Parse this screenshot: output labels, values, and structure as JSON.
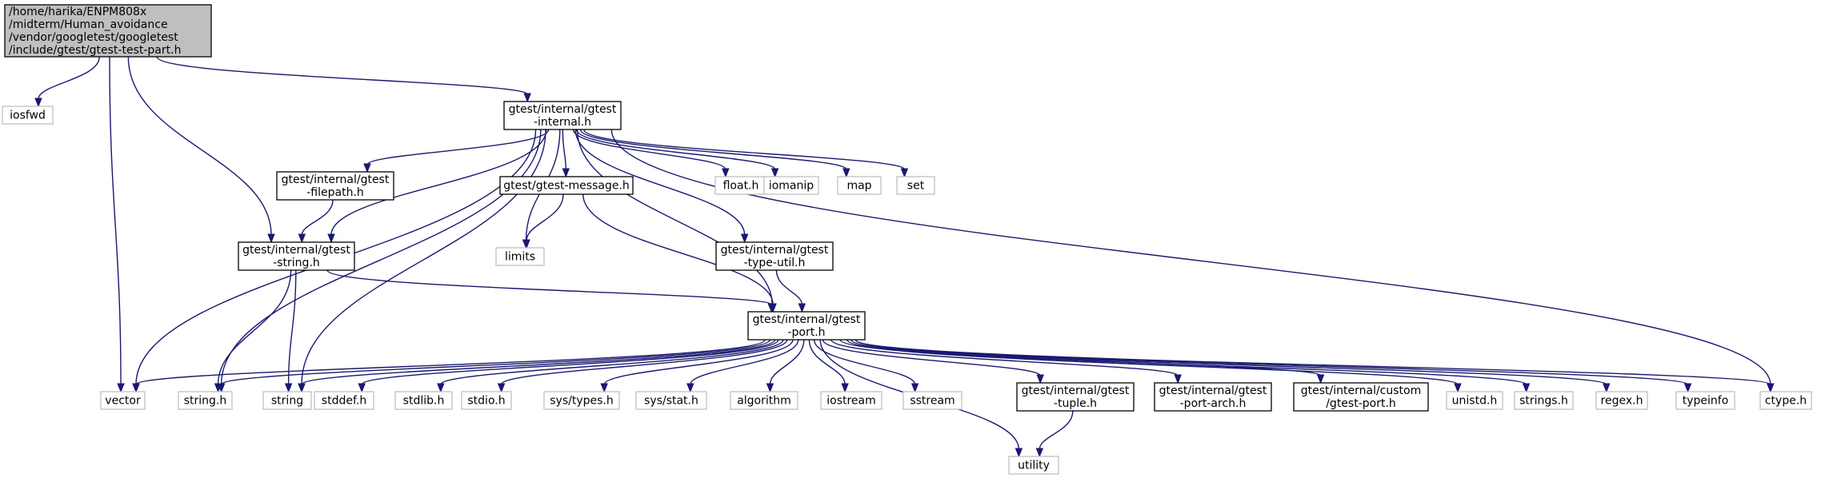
{
  "diagram": {
    "type": "include-dependency-graph",
    "nodes": [
      {
        "id": "root",
        "lines": [
          "/home/harika/ENPM808x",
          "/midterm/Human_avoidance",
          "/vendor/googletest/googletest",
          "/include/gtest/gtest-test-part.h"
        ],
        "style": "root"
      },
      {
        "id": "iosfwd",
        "lines": [
          "iosfwd"
        ],
        "style": "system"
      },
      {
        "id": "internal",
        "lines": [
          "gtest/internal/gtest",
          "-internal.h"
        ],
        "style": "project"
      },
      {
        "id": "vector",
        "lines": [
          "vector"
        ],
        "style": "system"
      },
      {
        "id": "gstring",
        "lines": [
          "gtest/internal/gtest",
          "-string.h"
        ],
        "style": "project"
      },
      {
        "id": "filepath",
        "lines": [
          "gtest/internal/gtest",
          "-filepath.h"
        ],
        "style": "project"
      },
      {
        "id": "message",
        "lines": [
          "gtest/gtest-message.h"
        ],
        "style": "project"
      },
      {
        "id": "limits",
        "lines": [
          "limits"
        ],
        "style": "system"
      },
      {
        "id": "floath",
        "lines": [
          "float.h"
        ],
        "style": "system"
      },
      {
        "id": "iomanip",
        "lines": [
          "iomanip"
        ],
        "style": "system"
      },
      {
        "id": "map",
        "lines": [
          "map"
        ],
        "style": "system"
      },
      {
        "id": "set",
        "lines": [
          "set"
        ],
        "style": "system"
      },
      {
        "id": "typeutil",
        "lines": [
          "gtest/internal/gtest",
          "-type-util.h"
        ],
        "style": "project"
      },
      {
        "id": "port",
        "lines": [
          "gtest/internal/gtest",
          "-port.h"
        ],
        "style": "project"
      },
      {
        "id": "ctype",
        "lines": [
          "ctype.h"
        ],
        "style": "system"
      },
      {
        "id": "stringh",
        "lines": [
          "string.h"
        ],
        "style": "system"
      },
      {
        "id": "string",
        "lines": [
          "string"
        ],
        "style": "system"
      },
      {
        "id": "stddef",
        "lines": [
          "stddef.h"
        ],
        "style": "system"
      },
      {
        "id": "stdlib",
        "lines": [
          "stdlib.h"
        ],
        "style": "system"
      },
      {
        "id": "stdio",
        "lines": [
          "stdio.h"
        ],
        "style": "system"
      },
      {
        "id": "systypes",
        "lines": [
          "sys/types.h"
        ],
        "style": "system"
      },
      {
        "id": "sysstat",
        "lines": [
          "sys/stat.h"
        ],
        "style": "system"
      },
      {
        "id": "algorithm",
        "lines": [
          "algorithm"
        ],
        "style": "system"
      },
      {
        "id": "iostream",
        "lines": [
          "iostream"
        ],
        "style": "system"
      },
      {
        "id": "sstream",
        "lines": [
          "sstream"
        ],
        "style": "system"
      },
      {
        "id": "tuple",
        "lines": [
          "gtest/internal/gtest",
          "-tuple.h"
        ],
        "style": "project"
      },
      {
        "id": "portarch",
        "lines": [
          "gtest/internal/gtest",
          "-port-arch.h"
        ],
        "style": "project"
      },
      {
        "id": "customport",
        "lines": [
          "gtest/internal/custom",
          "/gtest-port.h"
        ],
        "style": "project"
      },
      {
        "id": "unistd",
        "lines": [
          "unistd.h"
        ],
        "style": "system"
      },
      {
        "id": "strings",
        "lines": [
          "strings.h"
        ],
        "style": "system"
      },
      {
        "id": "regex",
        "lines": [
          "regex.h"
        ],
        "style": "system"
      },
      {
        "id": "typeinfo",
        "lines": [
          "typeinfo"
        ],
        "style": "system"
      },
      {
        "id": "utility",
        "lines": [
          "utility"
        ],
        "style": "system"
      }
    ],
    "edges": [
      [
        "root",
        "iosfwd"
      ],
      [
        "root",
        "vector"
      ],
      [
        "root",
        "gstring"
      ],
      [
        "root",
        "internal"
      ],
      [
        "internal",
        "vector"
      ],
      [
        "internal",
        "stringh"
      ],
      [
        "internal",
        "gstring"
      ],
      [
        "internal",
        "filepath"
      ],
      [
        "internal",
        "string"
      ],
      [
        "internal",
        "limits"
      ],
      [
        "internal",
        "message"
      ],
      [
        "internal",
        "typeutil"
      ],
      [
        "internal",
        "floath"
      ],
      [
        "internal",
        "iomanip"
      ],
      [
        "internal",
        "map"
      ],
      [
        "internal",
        "set"
      ],
      [
        "internal",
        "port"
      ],
      [
        "internal",
        "ctype"
      ],
      [
        "filepath",
        "gstring"
      ],
      [
        "gstring",
        "stringh"
      ],
      [
        "gstring",
        "string"
      ],
      [
        "gstring",
        "port"
      ],
      [
        "message",
        "limits"
      ],
      [
        "message",
        "port"
      ],
      [
        "typeutil",
        "port"
      ],
      [
        "port",
        "vector"
      ],
      [
        "port",
        "stringh"
      ],
      [
        "port",
        "string"
      ],
      [
        "port",
        "stddef"
      ],
      [
        "port",
        "stdlib"
      ],
      [
        "port",
        "stdio"
      ],
      [
        "port",
        "systypes"
      ],
      [
        "port",
        "sysstat"
      ],
      [
        "port",
        "algorithm"
      ],
      [
        "port",
        "iostream"
      ],
      [
        "port",
        "sstream"
      ],
      [
        "port",
        "utility"
      ],
      [
        "port",
        "tuple"
      ],
      [
        "port",
        "portarch"
      ],
      [
        "port",
        "customport"
      ],
      [
        "port",
        "unistd"
      ],
      [
        "port",
        "strings"
      ],
      [
        "port",
        "regex"
      ],
      [
        "port",
        "typeinfo"
      ],
      [
        "port",
        "ctype"
      ],
      [
        "tuple",
        "utility"
      ]
    ],
    "colors": {
      "edge": "#191970",
      "root_fill": "#bfbfbf",
      "project_border": "#000000",
      "system_border": "#bfbfbf",
      "text": "#000000"
    }
  }
}
